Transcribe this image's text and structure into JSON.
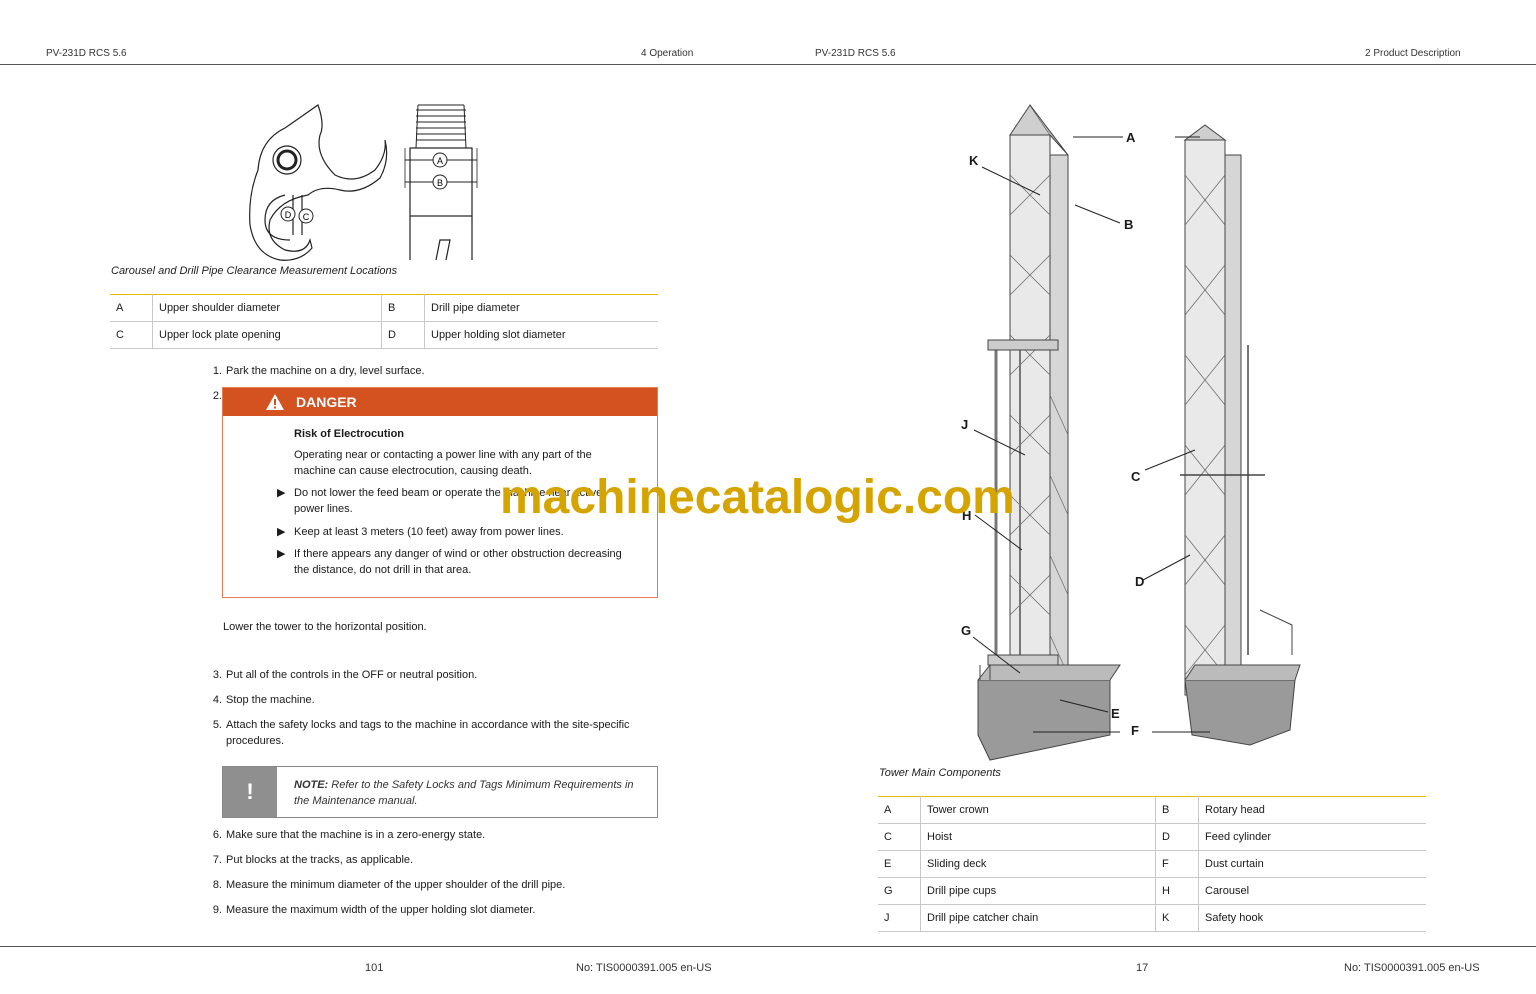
{
  "left_page": {
    "header_left": "PV-231D RCS 5.6",
    "header_right": "4 Operation",
    "figure_caption": "Carousel and Drill Pipe Clearance Measurement Locations",
    "diagram_labels": [
      "A",
      "B",
      "D",
      "C"
    ],
    "legend": [
      {
        "k1": "A",
        "v1": "Upper shoulder diameter",
        "k2": "B",
        "v2": "Drill pipe diameter"
      },
      {
        "k1": "C",
        "v1": "Upper lock plate opening",
        "k2": "D",
        "v2": "Upper holding slot diameter"
      }
    ],
    "steps_a": [
      {
        "num": "1.",
        "text": "Park the machine on a dry, level surface."
      },
      {
        "num": "2.",
        "text": ""
      }
    ],
    "danger": {
      "title": "DANGER",
      "subtitle": "Risk of Electrocution",
      "intro": "Operating near or contacting a power line with any part of the machine can cause electrocution, causing death.",
      "bullets": [
        "Do not lower the feed beam or operate the machine near active power lines.",
        "Keep at least 3 meters (10 feet) away from power lines.",
        "If there appears any danger of wind or other obstruction decreasing the distance, do not drill in that area."
      ]
    },
    "after_danger": "Lower the tower to the horizontal position.",
    "steps_b": [
      {
        "num": "3.",
        "text": "Put all of the controls in the OFF or neutral position."
      },
      {
        "num": "4.",
        "text": "Stop the machine."
      },
      {
        "num": "5.",
        "text": "Attach the safety locks and tags to the machine in accordance with the site-specific procedures."
      }
    ],
    "note": {
      "label": "NOTE:",
      "text": "Refer to the Safety Locks and Tags Minimum Requirements in the Maintenance manual.",
      "icon": "!"
    },
    "steps_c": [
      {
        "num": "6.",
        "text": "Make sure that the machine is in a zero-energy state."
      },
      {
        "num": "7.",
        "text": "Put blocks at the tracks, as applicable."
      },
      {
        "num": "8.",
        "text": "Measure the minimum diameter of the upper shoulder of the drill pipe."
      },
      {
        "num": "9.",
        "text": "Measure the maximum width of the upper holding slot diameter."
      }
    ],
    "page_number": "101",
    "doc_no": "No: TIS0000391.005 en-US"
  },
  "right_page": {
    "header_left": "PV-231D RCS 5.6",
    "header_right": "2 Product Description",
    "figure_caption": "Tower Main Components",
    "tower_labels": {
      "A": "A",
      "B": "B",
      "C": "C",
      "D": "D",
      "E": "E",
      "F": "F",
      "G": "G",
      "H": "H",
      "J": "J",
      "K": "K"
    },
    "legend": [
      {
        "k1": "A",
        "v1": "Tower crown",
        "k2": "B",
        "v2": "Rotary head"
      },
      {
        "k1": "C",
        "v1": "Hoist",
        "k2": "D",
        "v2": "Feed cylinder"
      },
      {
        "k1": "E",
        "v1": "Sliding deck",
        "k2": "F",
        "v2": "Dust curtain"
      },
      {
        "k1": "G",
        "v1": "Drill pipe cups",
        "k2": "H",
        "v2": "Carousel"
      },
      {
        "k1": "J",
        "v1": "Drill pipe catcher chain",
        "k2": "K",
        "v2": "Safety hook"
      }
    ],
    "page_number": "17",
    "doc_no": "No: TIS0000391.005 en-US"
  },
  "watermark": "machinecatalogic.com",
  "colors": {
    "danger": "#d4521f",
    "rule": "#e6b800",
    "watermark": "#d6a400"
  }
}
